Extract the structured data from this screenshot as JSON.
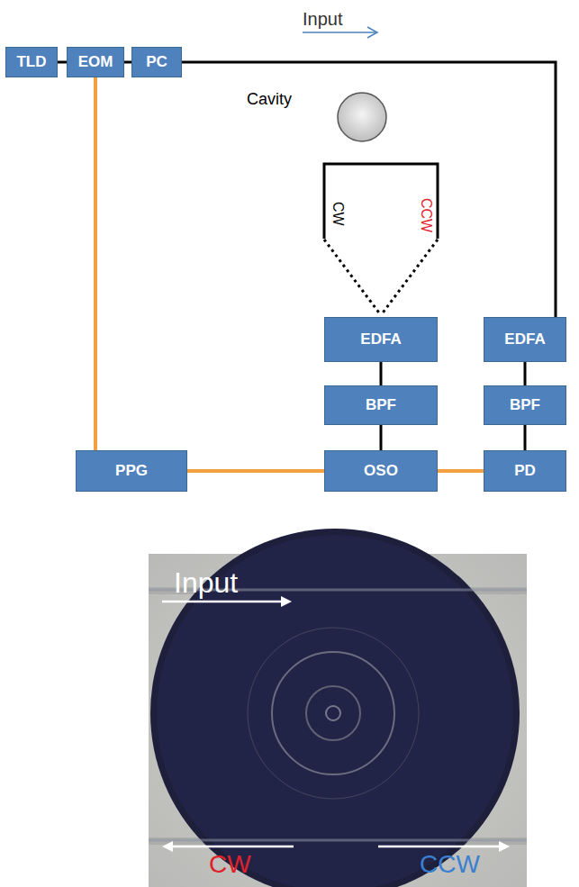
{
  "diagram": {
    "nodes": [
      {
        "text": [
          "TLD"
        ]
      },
      {
        "text": [
          "EOM"
        ]
      },
      {
        "text": [
          "PC"
        ]
      },
      {
        "text": [
          "EDFA"
        ]
      },
      {
        "text": [
          "BPF"
        ]
      },
      {
        "text": [
          "OSO"
        ]
      },
      {
        "text": [
          "EDFA"
        ]
      },
      {
        "text": [
          "BPF"
        ]
      },
      {
        "text": [
          "PD"
        ]
      },
      {
        "text": [
          "PPG"
        ]
      }
    ],
    "edges": [
      {
        "from": 0,
        "to": 1,
        "arrow": "none"
      },
      {
        "from": 1,
        "to": 2,
        "arrow": "none"
      },
      {
        "from": 2,
        "to": 6,
        "arrow": "none"
      },
      {
        "from": 3,
        "to": 4,
        "arrow": "none"
      },
      {
        "from": 4,
        "to": 5,
        "arrow": "none"
      },
      {
        "from": 6,
        "to": 7,
        "arrow": "none"
      },
      {
        "from": 7,
        "to": 8,
        "arrow": "none"
      },
      {
        "from": 1,
        "to": 9,
        "arrow": "none"
      },
      {
        "from": 9,
        "to": 5,
        "arrow": "none"
      },
      {
        "from": 5,
        "to": 8,
        "arrow": "none"
      }
    ],
    "labels": [
      "Input",
      "Cavity",
      "CW",
      "CCW",
      "Input",
      "CW",
      "CCW"
    ]
  }
}
